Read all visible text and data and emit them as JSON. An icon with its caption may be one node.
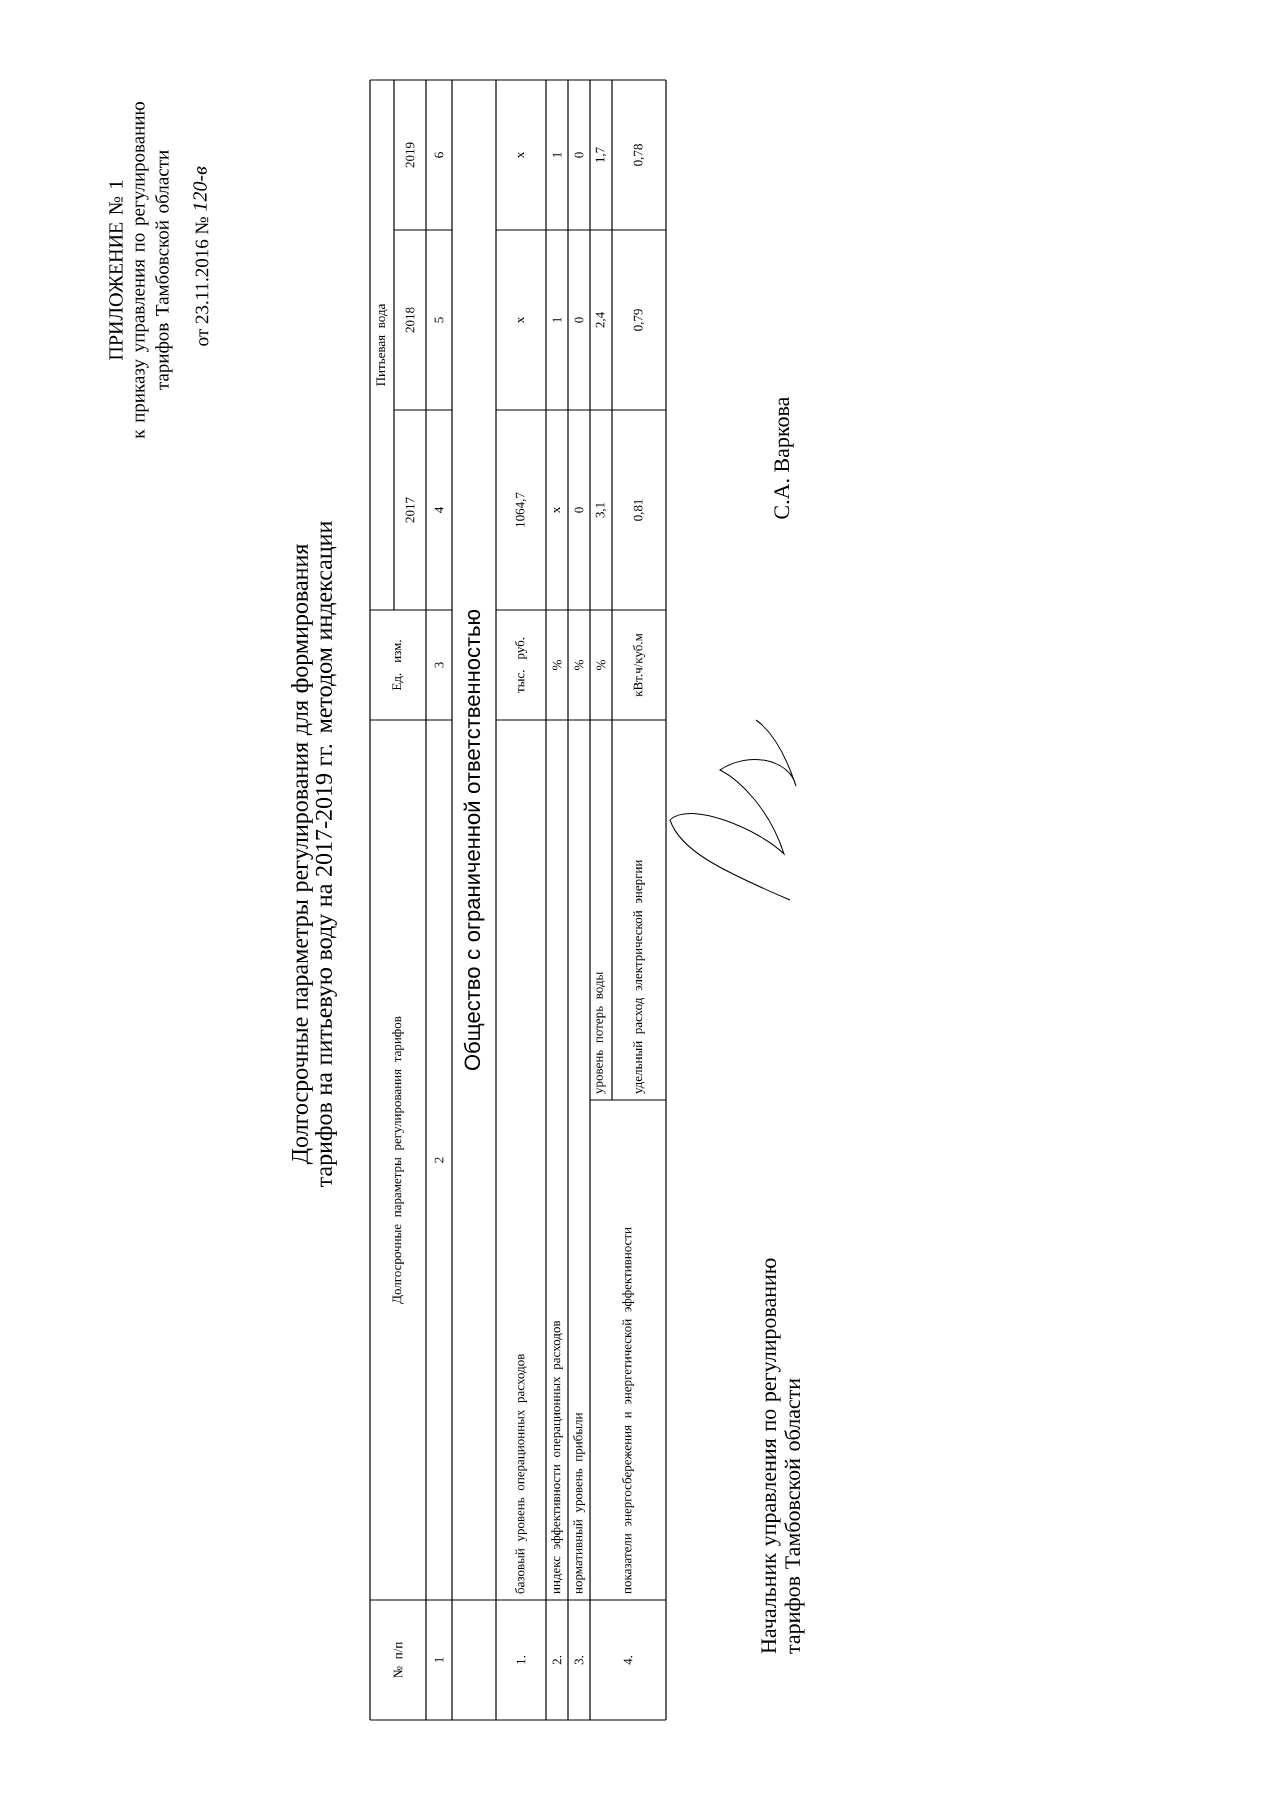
{
  "diagram": {
    "title": "Долгосрочные параметры регулирования для формирования тарифов на питьевую воду на 2017-2019 гг. методом индексации",
    "labels": [
      "ПРИЛОЖЕНИЕ № 1",
      "к приказу управления по регулированию тарифов Тамбовской области",
      "от 23.11.2016 №",
      "120-в",
      "№ п/п",
      "Долгосрочные параметры регулирования тарифов",
      "Ед. изм.",
      "Питьевая вода",
      "2017",
      "2018",
      "2019",
      "1",
      "2",
      "3",
      "4",
      "5",
      "6",
      "Общество с ограниченной ответственностью",
      "1.",
      "базовый уровень операционных расходов",
      "тыс. руб.",
      "1064,7",
      "x",
      "x",
      "2.",
      "индекс эффективности операционных расходов",
      "%",
      "x",
      "1",
      "1",
      "3.",
      "нормативный уровень прибыли",
      "%",
      "0",
      "0",
      "0",
      "4.",
      "показатели энергосбережения и энергетической эффективности",
      "уровень потерь воды",
      "%",
      "3,1",
      "2,4",
      "1,7",
      "удельный расход электрической энергии",
      "кВт.ч/куб.м",
      "0,81",
      "0,79",
      "0,78",
      "Начальник управления по регулированию тарифов Тамбовской области",
      "С.А. Варкова"
    ]
  }
}
